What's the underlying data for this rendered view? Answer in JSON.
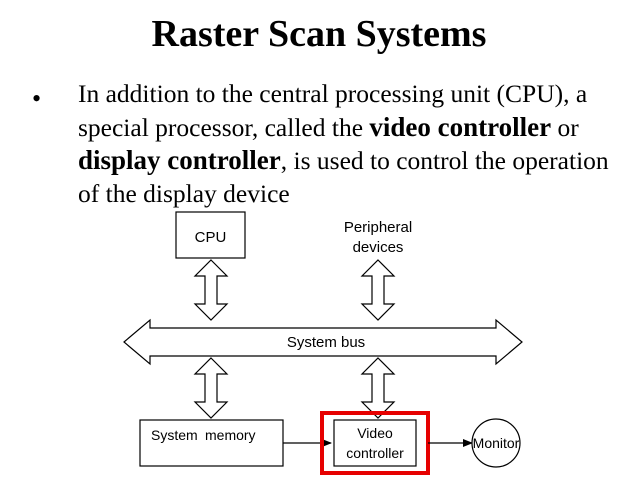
{
  "slide": {
    "title": "Raster Scan Systems",
    "bullet": {
      "marker": "•",
      "segments": [
        {
          "text": "In addition to the central processing unit (CPU), a special processor, called the ",
          "bold": false
        },
        {
          "text": "video controller",
          "bold": true
        },
        {
          "text": " or ",
          "bold": false
        },
        {
          "text": "display controller",
          "bold": true
        },
        {
          "text": ", is used to control the operation of the display device",
          "bold": false
        }
      ]
    }
  },
  "diagram": {
    "cpu": "CPU",
    "peripheral_line1": "Peripheral",
    "peripheral_line2": "devices",
    "system_bus": "System bus",
    "system_memory_1": "System",
    "system_memory_2": "memory",
    "video_line1": "Video",
    "video_line2": "controller",
    "monitor": "Monitor",
    "highlight_color": "#e60000"
  }
}
